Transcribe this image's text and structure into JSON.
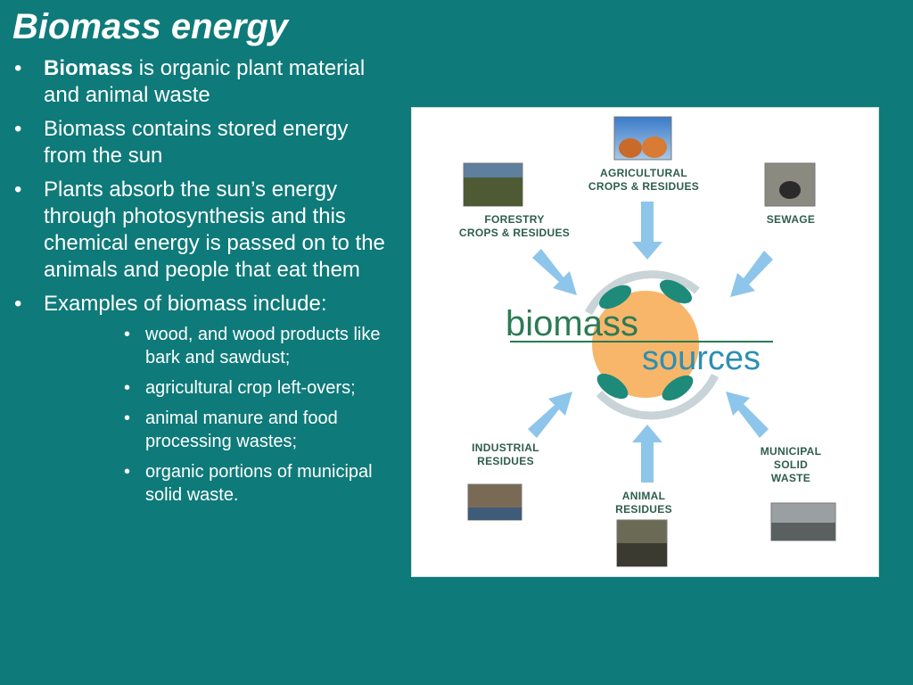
{
  "title": "Biomass energy",
  "bullets": [
    {
      "bold": "Biomass",
      "text": " is organic plant material and animal waste"
    },
    {
      "text": "Biomass contains stored energy from the sun"
    },
    {
      "text": "Plants absorb the sun’s energy through photosynthesis and this chemical energy is passed on to the animals and people that eat them"
    },
    {
      "text": "Examples of biomass include:"
    }
  ],
  "sub_bullets": [
    "wood, and wood products like bark and sawdust;",
    "agricultural crop left-overs;",
    "animal manure and food processing wastes;",
    "organic portions of municipal solid waste."
  ],
  "bullet_glyph": "•",
  "diagram": {
    "center_line1": "biomass",
    "center_line2": "sources",
    "labels": {
      "agricultural": "AGRICULTURAL\nCROPS & RESIDUES",
      "forestry": "FORESTRY\nCROPS & RESIDUES",
      "sewage": "SEWAGE",
      "industrial": "INDUSTRIAL\nRESIDUES",
      "animal": "ANIMAL\nRESIDUES",
      "municipal": "MUNICIPAL\nSOLID\nWASTE"
    },
    "colors": {
      "background": "#0e7a79",
      "arrow": "#8ec5ea",
      "leaf": "#1e8a7a",
      "sun": "#f7b66a",
      "center_text": "#2c7b55",
      "sources_text": "#2c8fb3"
    }
  }
}
